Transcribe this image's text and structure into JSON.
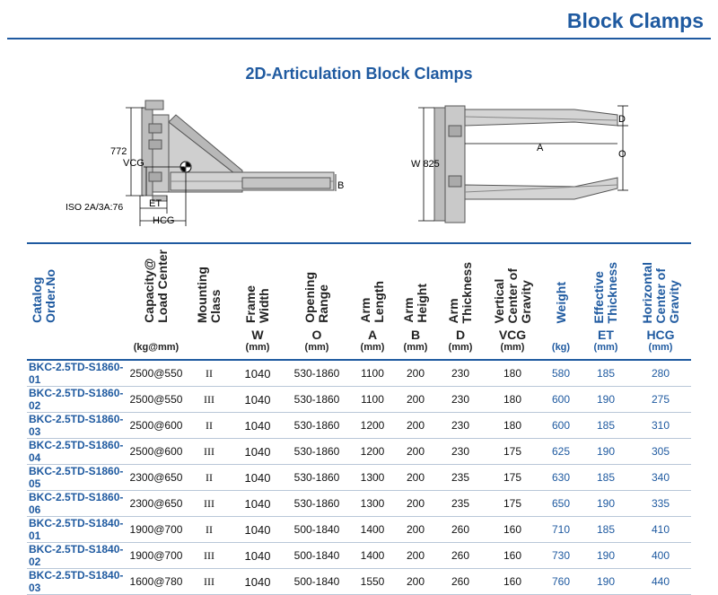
{
  "header": {
    "title": "Block Clamps"
  },
  "subtitle": "2D-Articulation Block Clamps",
  "diagram": {
    "left_labels": {
      "dim_772": "772",
      "vcg": "VCG",
      "et": "ET",
      "hcg": "HCG",
      "iso": "ISO 2A/3A:76",
      "b": "B"
    },
    "right_labels": {
      "w": "W 825",
      "a": "A",
      "d": "D",
      "o": "O"
    }
  },
  "table": {
    "columns": [
      {
        "label": "Catalog\nOrder.No",
        "symbol": "",
        "unit": "",
        "color": "blue"
      },
      {
        "label": "Capacity@\nLoad Center",
        "symbol": "",
        "unit": "(kg@mm)",
        "color": "dark"
      },
      {
        "label": "Mounting\nClass",
        "symbol": "",
        "unit": "",
        "color": "dark"
      },
      {
        "label": "Frame\nWidth",
        "symbol": "W",
        "unit": "(mm)",
        "color": "dark"
      },
      {
        "label": "Opening\nRange",
        "symbol": "O",
        "unit": "(mm)",
        "color": "dark"
      },
      {
        "label": "Arm\nLength",
        "symbol": "A",
        "unit": "(mm)",
        "color": "dark"
      },
      {
        "label": "Arm\nHeight",
        "symbol": "B",
        "unit": "(mm)",
        "color": "dark"
      },
      {
        "label": "Arm\nThickness",
        "symbol": "D",
        "unit": "(mm)",
        "color": "dark"
      },
      {
        "label": "Vertical\nCenter of\nGravity",
        "symbol": "VCG",
        "unit": "(mm)",
        "color": "dark"
      },
      {
        "label": "Weight",
        "symbol": "",
        "unit": "(kg)",
        "color": "blue"
      },
      {
        "label": "Effective\nThickness",
        "symbol": "ET",
        "unit": "(mm)",
        "color": "blue"
      },
      {
        "label": "Horizontal\nCenter of\nGravity",
        "symbol": "HCG",
        "unit": "(mm)",
        "color": "blue"
      }
    ],
    "rows": [
      [
        "BKC-2.5TD-S1860-01",
        "2500@550",
        "II",
        "1040",
        "530-1860",
        "1100",
        "200",
        "230",
        "180",
        "580",
        "185",
        "280"
      ],
      [
        "BKC-2.5TD-S1860-02",
        "2500@550",
        "III",
        "1040",
        "530-1860",
        "1100",
        "200",
        "230",
        "180",
        "600",
        "190",
        "275"
      ],
      [
        "BKC-2.5TD-S1860-03",
        "2500@600",
        "II",
        "1040",
        "530-1860",
        "1200",
        "200",
        "230",
        "180",
        "600",
        "185",
        "310"
      ],
      [
        "BKC-2.5TD-S1860-04",
        "2500@600",
        "III",
        "1040",
        "530-1860",
        "1200",
        "200",
        "230",
        "175",
        "625",
        "190",
        "305"
      ],
      [
        "BKC-2.5TD-S1860-05",
        "2300@650",
        "II",
        "1040",
        "530-1860",
        "1300",
        "200",
        "235",
        "175",
        "630",
        "185",
        "340"
      ],
      [
        "BKC-2.5TD-S1860-06",
        "2300@650",
        "III",
        "1040",
        "530-1860",
        "1300",
        "200",
        "235",
        "175",
        "650",
        "190",
        "335"
      ],
      [
        "BKC-2.5TD-S1840-01",
        "1900@700",
        "II",
        "1040",
        "500-1840",
        "1400",
        "200",
        "260",
        "160",
        "710",
        "185",
        "410"
      ],
      [
        "BKC-2.5TD-S1840-02",
        "1900@700",
        "III",
        "1040",
        "500-1840",
        "1400",
        "200",
        "260",
        "160",
        "730",
        "190",
        "400"
      ],
      [
        "BKC-2.5TD-S1840-03",
        "1600@780",
        "III",
        "1040",
        "500-1840",
        "1550",
        "200",
        "260",
        "160",
        "760",
        "190",
        "440"
      ]
    ]
  }
}
